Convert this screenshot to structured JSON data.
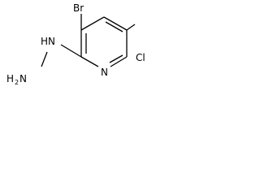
{
  "molecule": {
    "atoms": {
      "bromine": "Br",
      "chlorine": "Cl",
      "ring_nitrogen": "N",
      "hydrazine_nh": "HN",
      "terminal_amine_h": "H",
      "terminal_amine_subscript": "2",
      "terminal_amine_n": "N"
    }
  }
}
